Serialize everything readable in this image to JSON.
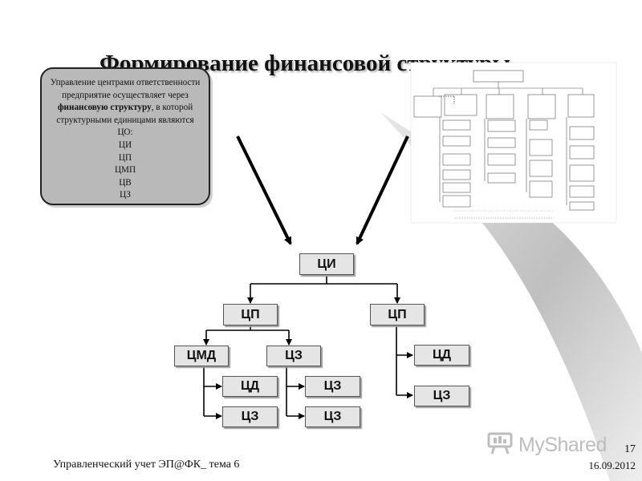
{
  "slide": {
    "title": "Формирование финансовой структуры"
  },
  "info_box": {
    "text_before": "Управление центрами ответственности предприятие осуществляет через ",
    "text_bold": "финансовую структуру",
    "text_after": ", в которой структурными единицами являются",
    "units": [
      "ЦО:",
      "ЦИ",
      "ЦП",
      "ЦМП",
      "ЦВ",
      "ЦЗ"
    ]
  },
  "nodes": {
    "root": "ЦИ",
    "cp_left": "ЦП",
    "cp_right": "ЦП",
    "cmd": "ЦМД",
    "cz_mid": "ЦЗ",
    "cmd_cd": "ЦД",
    "cmd_cz": "ЦЗ",
    "cz_cz1": "ЦЗ",
    "cz_cz2": "ЦЗ",
    "right_cd": "ЦД",
    "right_cz": "ЦЗ"
  },
  "footer": {
    "course": "Управленческий учет ЭП@ФК_ тема 6",
    "page": "17",
    "date": "16.09.2012"
  },
  "watermark": {
    "text": "MyShared",
    "icon": "presentation-board-icon"
  },
  "colors": {
    "node_fill": "#e5e5e5",
    "info_box_fill": "#b9b9b9",
    "fan_gray": "#c8c8c8"
  }
}
